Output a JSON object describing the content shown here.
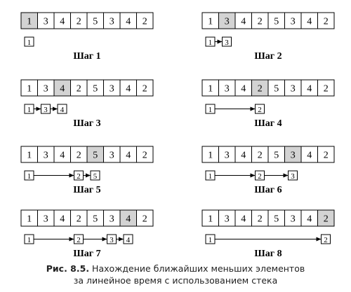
{
  "array": [
    1,
    3,
    4,
    2,
    5,
    3,
    4,
    2
  ],
  "steps": [
    {
      "label": "Шаг 1",
      "highlight": 0,
      "stack": [
        1
      ]
    },
    {
      "label": "Шаг 2",
      "highlight": 1,
      "stack": [
        1,
        3
      ]
    },
    {
      "label": "Шаг 3",
      "highlight": 2,
      "stack": [
        1,
        3,
        4
      ]
    },
    {
      "label": "Шаг 4",
      "highlight": 3,
      "stack": [
        1,
        2
      ]
    },
    {
      "label": "Шаг 5",
      "highlight": 4,
      "stack": [
        1,
        2,
        5
      ]
    },
    {
      "label": "Шаг 6",
      "highlight": 5,
      "stack": [
        1,
        2,
        3
      ]
    },
    {
      "label": "Шаг 7",
      "highlight": 6,
      "stack": [
        1,
        2,
        3,
        4
      ]
    },
    {
      "label": "Шаг 8",
      "highlight": 7,
      "stack": [
        1,
        2
      ]
    }
  ],
  "caption": {
    "figure_label": "Рис. 8.5.",
    "line1": " Нахождение ближайших меньших элементов",
    "line2": "за линейное время с использованием стека"
  },
  "colors": {
    "highlight": "#d3d3d3",
    "border": "#000000",
    "text": "#000000"
  }
}
